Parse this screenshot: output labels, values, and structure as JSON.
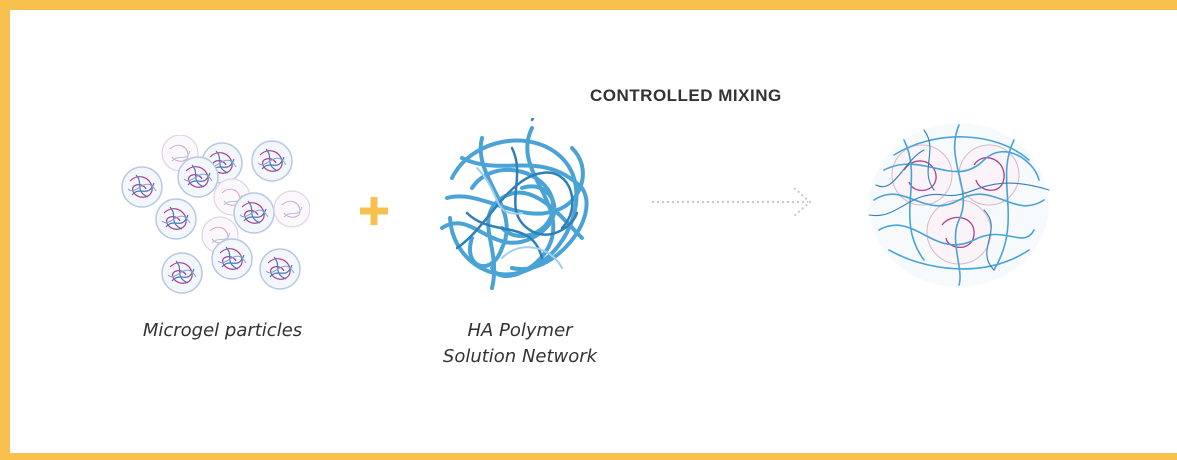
{
  "diagram": {
    "heading": "CONTROLLED MIXING",
    "left_label": "Microgel particles",
    "middle_label_line1": "HA Polymer",
    "middle_label_line2": "Solution Network",
    "operator": "+",
    "colors": {
      "frame": "#f8c04c",
      "plus": "#f8c04c",
      "polymer_blue": "#4aa3d6",
      "microgel_pink": "#b0408a",
      "arrow": "#c8c8c8"
    },
    "icons": [
      "microgel-cluster-icon",
      "plus-icon",
      "polymer-network-icon",
      "dotted-arrow-icon",
      "mixed-gel-icon"
    ]
  }
}
